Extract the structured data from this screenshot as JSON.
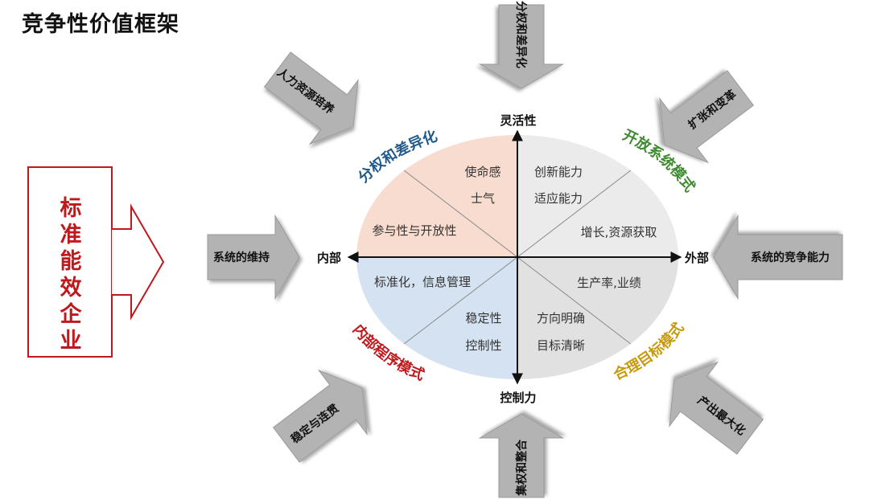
{
  "title": "竞争性价值框架",
  "axes": {
    "top": "灵活性",
    "bottom": "控制力",
    "left": "内部",
    "right": "外部"
  },
  "left_box": {
    "text": "标准能效企业",
    "color": "#c0181c"
  },
  "quadrant_titles": {
    "top_left": "分权和差异化",
    "top_right": "开放系统模式",
    "bottom_left": "内部程序模式",
    "bottom_right": "合理目标模式"
  },
  "quadrant_items": {
    "tl_inner": [
      "使命感",
      "士气"
    ],
    "tl_outer": "参与性与开放性",
    "tr_inner": [
      "创新能力",
      "适应能力"
    ],
    "tr_outer": "增长,资源获取",
    "bl_outer": "标准化，信息管理",
    "bl_inner": [
      "稳定性",
      "控制性"
    ],
    "br_outer": "生产率,业绩",
    "br_inner": [
      "方向明确",
      "目标清晰"
    ]
  },
  "arrows": {
    "top": "分权和差异化",
    "bottom": "集权和整合",
    "left": "系统的维持",
    "right": "系统的竞争能力",
    "top_left": "人力资源培养",
    "top_right": "扩张和变革",
    "bottom_left": "稳定与连贯",
    "bottom_right": "产出最大化"
  },
  "colors": {
    "quadrant_tl": "#f8dccf",
    "quadrant_tr": "#ebebeb",
    "quadrant_bl": "#d4e2f1",
    "quadrant_br": "#e1e1e1",
    "title_tl": "#1f5a8a",
    "title_tr": "#3e8a2f",
    "title_bl": "#c0181c",
    "title_br": "#c79a0a",
    "arrow_fill": "#b3b3b3",
    "arrow_stroke": "#9a9a9a"
  }
}
